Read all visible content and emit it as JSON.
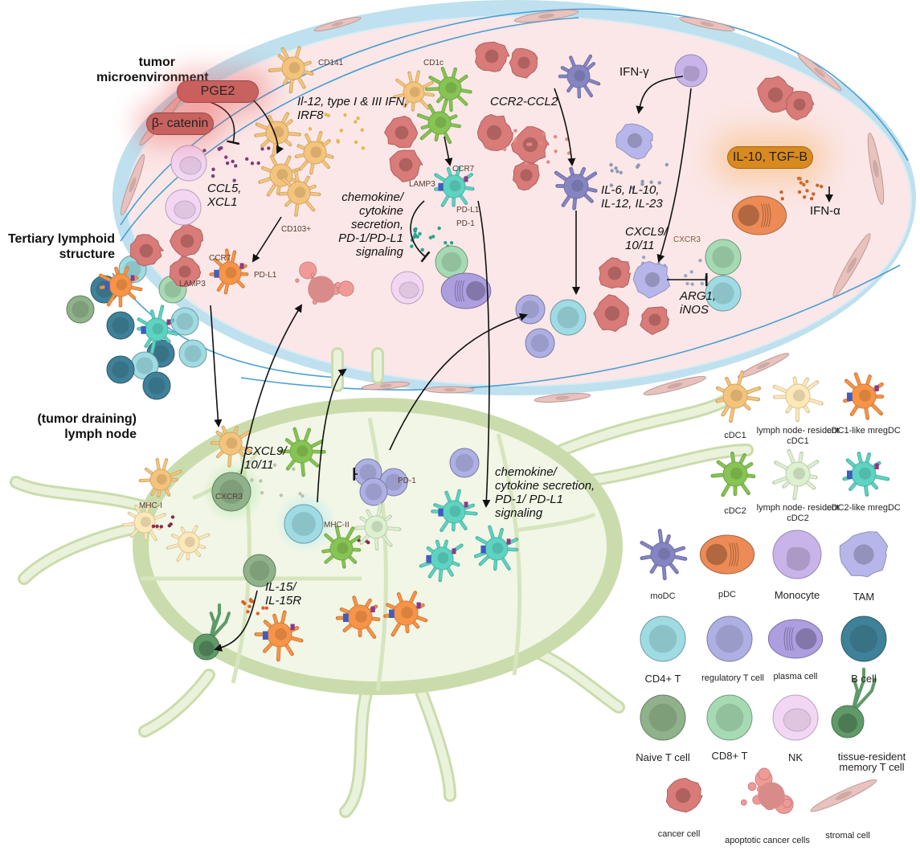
{
  "regions": {
    "tumor_title": "tumor microenvironment",
    "tls_title": "Tertiary lymphoid structure",
    "lymph_node_title": "(tumor draining) lymph node"
  },
  "tumor": {
    "pge2": "PGE2",
    "beta_catenin": "β- catenin",
    "cd141": "CD141",
    "cd1c": "CD1c",
    "cd103": "CD103+",
    "il12_ifn": "Il-12, type I & III IFN, IRF8",
    "ccl5_xcl1": "CCL5, XCL1",
    "ccr7_a": "CCR7",
    "lamp3_a": "LAMP3",
    "pdl1_a": "PD-L1",
    "ccr7_b": "CCR7",
    "lamp3_b": "LAMP3",
    "pdl1_b": "PD-L1",
    "pd1": "PD-1",
    "chemokine_text": "chemokine/ cytokine secretion, PD-1/PD-L1 signaling",
    "ccr2_ccl2": "CCR2-CCL2",
    "ifn_gamma": "IFN-γ",
    "il_list": "IL-6, IL-10, IL-12, IL-23",
    "cxcl9": "CXCL9/ 10/11",
    "cxcr3": "CXCR3",
    "arg1_inos": "ARG1, iNOS",
    "il10_tgfb": "IL-10, TGF-B",
    "ifn_alpha": "IFN-α"
  },
  "lymph_node": {
    "cxcl9": "CXCL9/ 10/11",
    "cxcr3": "CXCR3",
    "mhc1": "MHC-I",
    "mhc2": "MHC-II",
    "pd1": "PD-1",
    "chemokine_text": "chemokine/ cytokine secretion, PD-1/ PD-L1 signaling",
    "il15": "IL-15/ IL-15R"
  },
  "legend": [
    {
      "label": "cDC1",
      "icon": "dendritic",
      "color": "#f5c47c"
    },
    {
      "label": "lymph node- resident cDC1",
      "icon": "dendritic",
      "color": "#fde8b8"
    },
    {
      "label": "cDC1-like mregDC",
      "icon": "mregdc",
      "color": "#f79447"
    },
    {
      "label": "cDC2",
      "icon": "dendritic",
      "color": "#86c454"
    },
    {
      "label": "lymph node- resident cDC2",
      "icon": "dendritic",
      "color": "#ddf0cf"
    },
    {
      "label": "cDC2-like mregDC",
      "icon": "mregdc",
      "color": "#5dd3c2"
    },
    {
      "label": "moDC",
      "icon": "dendritic",
      "color": "#8585c2"
    },
    {
      "label": "pDC",
      "icon": "plasma",
      "color": "#ec8b55"
    },
    {
      "label": "Monocyte",
      "icon": "monocyte",
      "color": "#c9b4ea"
    },
    {
      "label": "TAM",
      "icon": "tam",
      "color": "#b7b6ea"
    },
    {
      "label": "CD4+ T",
      "icon": "round",
      "color": "#9fdbe3"
    },
    {
      "label": "regulatory T cell",
      "icon": "round",
      "color": "#aeb0e4"
    },
    {
      "label": "plasma cell",
      "icon": "plasma",
      "color": "#ad9ee0"
    },
    {
      "label": "B cell",
      "icon": "round",
      "color": "#3f8199"
    },
    {
      "label": "Naive T cell",
      "icon": "round",
      "color": "#8fb28a"
    },
    {
      "label": "CD8+ T",
      "icon": "round",
      "color": "#a6dab2"
    },
    {
      "label": "NK",
      "icon": "round",
      "color": "#f3d6f4"
    },
    {
      "label": "tissue-resident memory T cell",
      "icon": "trm",
      "color": "#5f9a68"
    },
    {
      "label": "cancer cell",
      "icon": "cancer",
      "color": "#d97b78"
    },
    {
      "label": "apoptotic cancer cells",
      "icon": "apoptotic",
      "color": "#f09a98"
    },
    {
      "label": "stromal cell",
      "icon": "stromal",
      "color": "#e9c1bd"
    }
  ],
  "colors": {
    "tumor_fill": "#fbe7e7",
    "tumor_border": "#bfe0ee",
    "vessel": "#4a9fd4",
    "lymph_fill": "#f1f6e6",
    "lymph_border": "#cadcab",
    "pge2": "#c8625f",
    "il10_pill": "#d98a1f"
  }
}
